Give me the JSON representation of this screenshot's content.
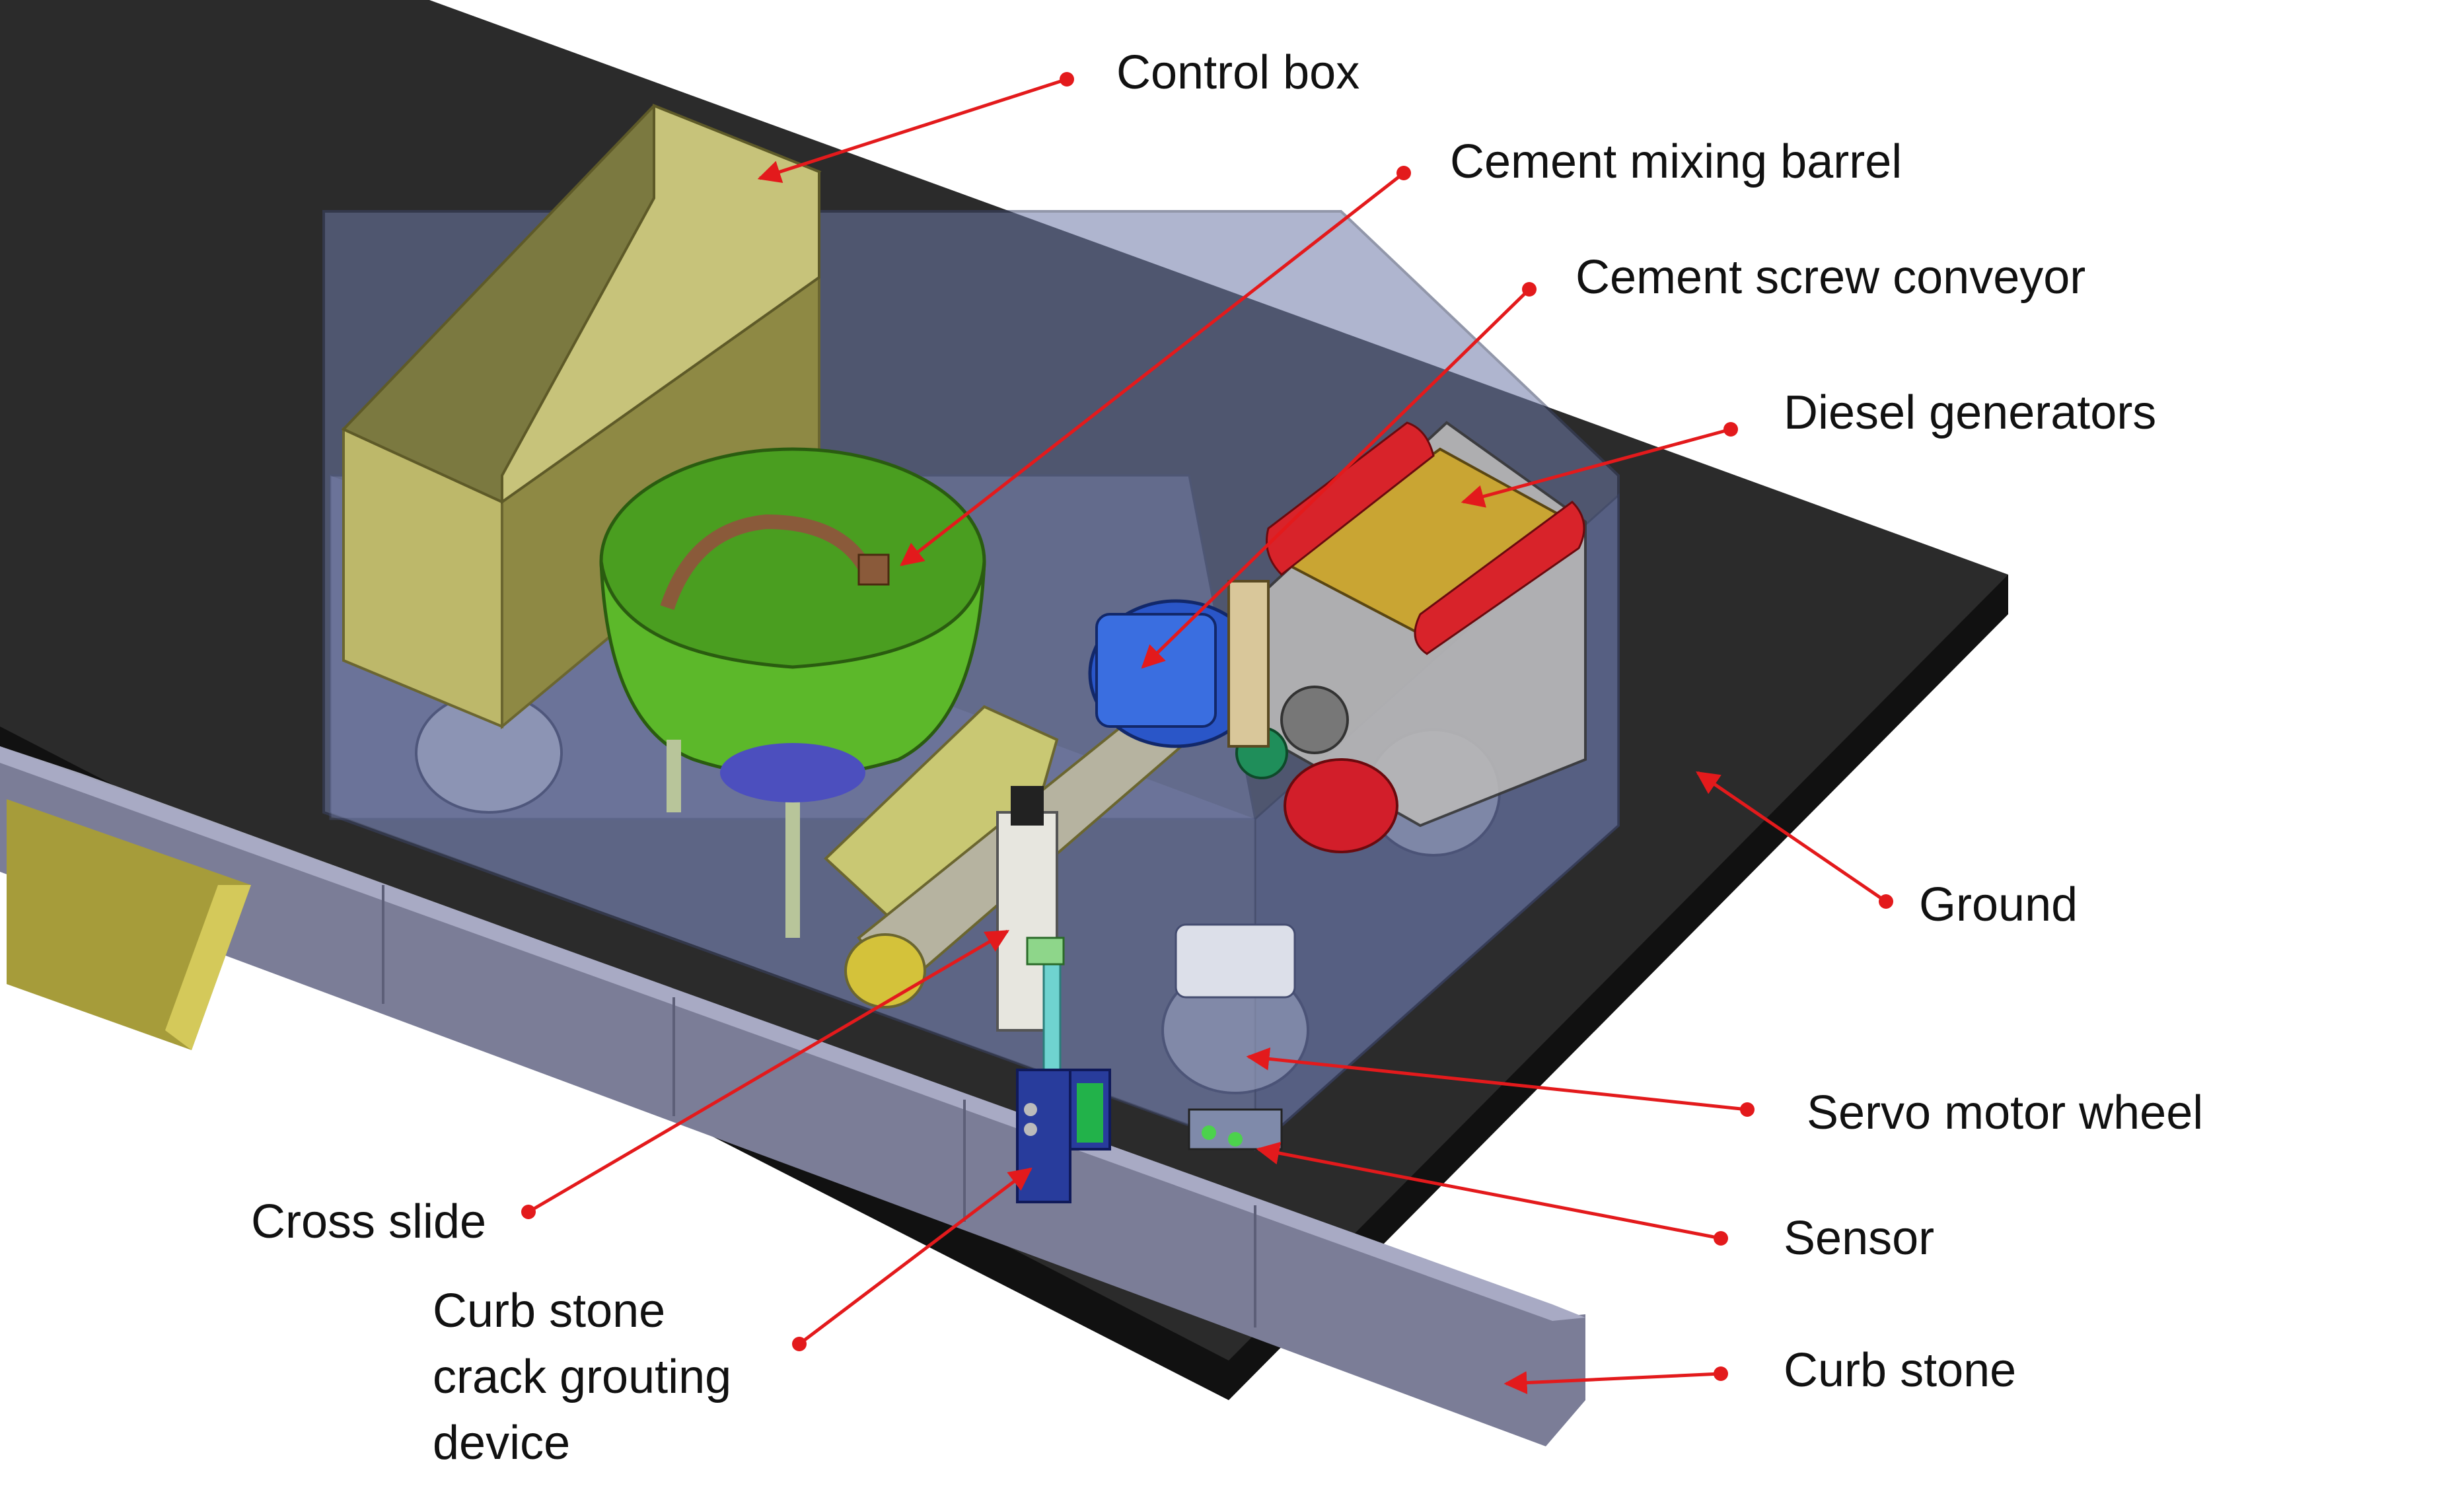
{
  "labels": {
    "control_box": "Control box",
    "mixing_barrel": "Cement mixing barrel",
    "screw_conveyor": "Cement screw conveyor",
    "diesel_generators": "Diesel generators",
    "ground": "Ground",
    "servo_motor_wheel": "Servo motor wheel",
    "sensor": "Sensor",
    "curb_stone": "Curb stone",
    "cross_slide": "Cross slide",
    "grouting_device": [
      "Curb stone",
      "crack grouting",
      "device"
    ]
  },
  "colors": {
    "ground": "#2a2a2a",
    "control_box": "#bdb86a",
    "mixing_barrel": "#5cb82a",
    "generator_red": "#d8232a",
    "generator_yellow": "#c9a533",
    "motor_blue": "#2a56c8",
    "curb_stone": "#8a8ca8",
    "grouting_device": "#283c9c",
    "leader_line": "#e31a1c",
    "enclosure": "#7d88b8"
  },
  "icons": {
    "leader_end": "red-dot",
    "leader_head": "red-arrowhead"
  }
}
